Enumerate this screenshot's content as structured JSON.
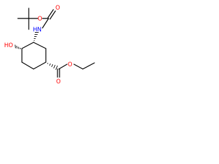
{
  "molecule": {
    "colors": {
      "bond": "#000000",
      "oxygen": "#ff0000",
      "nitrogen": "#0000ff"
    },
    "atoms": {
      "nh": {
        "text": "HN",
        "element": "N"
      },
      "ho": {
        "text": "HO",
        "element": "O"
      },
      "o_boc_carbonyl": {
        "text": "O",
        "element": "O"
      },
      "o_boc_ether": {
        "text": "O",
        "element": "O"
      },
      "o_ester_carbonyl": {
        "text": "O",
        "element": "O"
      },
      "o_ester_ether": {
        "text": "O",
        "element": "O"
      }
    }
  }
}
